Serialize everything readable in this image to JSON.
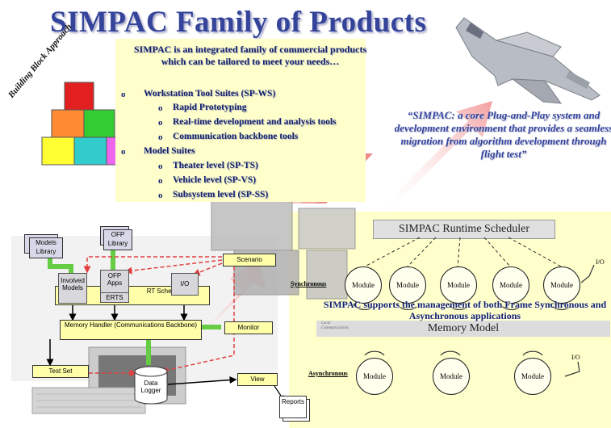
{
  "title": "SIMPAC Family of Products",
  "intro": "SIMPAC is an integrated family of commercial products which can be tailored to meet your needs…",
  "bullets": {
    "ws": "Workstation Tool Suites (SP-WS)",
    "ws_items": [
      "Rapid Prototyping",
      "Real-time development and analysis tools",
      "Communication backbone tools"
    ],
    "ms": "Model Suites",
    "ms_items": [
      "Theater level (SP-TS)",
      "Vehicle level (SP-VS)",
      "Subsystem level (SP-SS)"
    ]
  },
  "building_block": "Building Block Approach",
  "quote": "“SIMPAC: a core Plug-and-Play system and development environment that provides a seamless migration from algorithm development through flight test”",
  "left_diagram": {
    "models_library": "Models Library",
    "ofp_library": "OFP Library",
    "involved_models": "Involved Models",
    "ofp_apps": "OFP Apps",
    "erts": "ERTS",
    "rt_scheduler": "RT Scheduler",
    "io": "I/O",
    "scenario": "Scenario",
    "memory_handler": "Memory Handler (Communications Backbone)",
    "monitor": "Monitor",
    "test_set": "Test Set",
    "data_logger": "Data Logger",
    "view": "View",
    "reports": "Reports"
  },
  "right_diagram": {
    "scheduler": "SIMPAC Runtime Scheduler",
    "synchronous": "Synchronous",
    "asynchronous": "Asynchronous",
    "module": "Module",
    "io": "I/O",
    "local_comm": "Local Communications",
    "memory_model": "Memory Model",
    "support": "SIMPAC supports the management of both Frame Synchronous and Asynchronous applications"
  },
  "colors": {
    "title": "#34449a",
    "box_yellow": "#ffffcc",
    "arrow_red": "#e04040",
    "arrow_green": "#66cc44"
  }
}
